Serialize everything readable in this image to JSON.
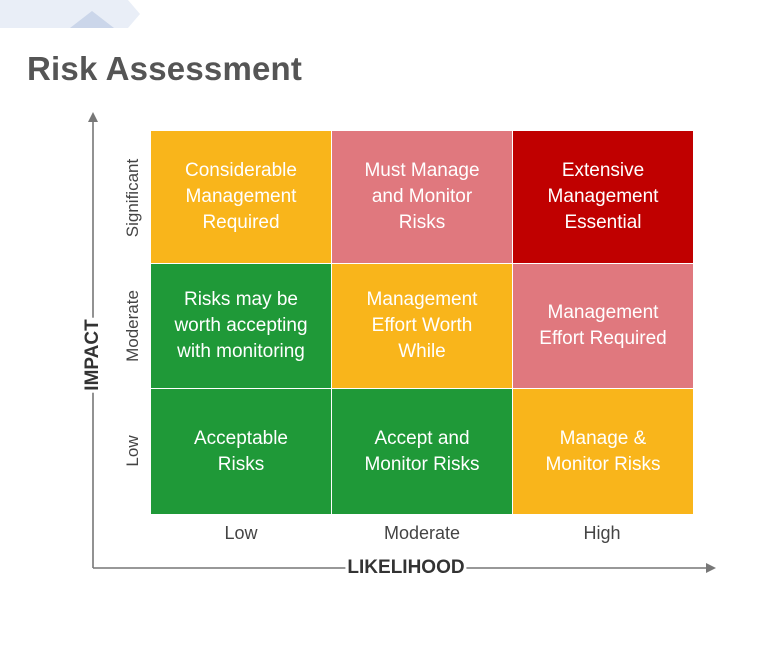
{
  "title": "Risk Assessment",
  "axes": {
    "x_title": "LIKELIHOOD",
    "y_title": "IMPACT",
    "x_levels": [
      "Low",
      "Moderate",
      "High"
    ],
    "y_levels": [
      "Significant",
      "Moderate",
      "Low"
    ]
  },
  "colors": {
    "amber": "#F9B51B",
    "pink": "#E0787E",
    "red": "#C00000",
    "green": "#1F9938"
  },
  "matrix": [
    [
      {
        "text": "Considerable\nManagement\nRequired",
        "color": "amber"
      },
      {
        "text": "Must Manage\nand Monitor\nRisks",
        "color": "pink"
      },
      {
        "text": "Extensive\nManagement\nEssential",
        "color": "red"
      }
    ],
    [
      {
        "text": "Risks may be\nworth accepting\nwith monitoring",
        "color": "green"
      },
      {
        "text": "Management\nEffort Worth\nWhile",
        "color": "amber"
      },
      {
        "text": "Management\nEffort Required",
        "color": "pink"
      }
    ],
    [
      {
        "text": "Acceptable\nRisks",
        "color": "green"
      },
      {
        "text": "Accept and\nMonitor Risks",
        "color": "green"
      },
      {
        "text": "Manage &\nMonitor Risks",
        "color": "amber"
      }
    ]
  ]
}
